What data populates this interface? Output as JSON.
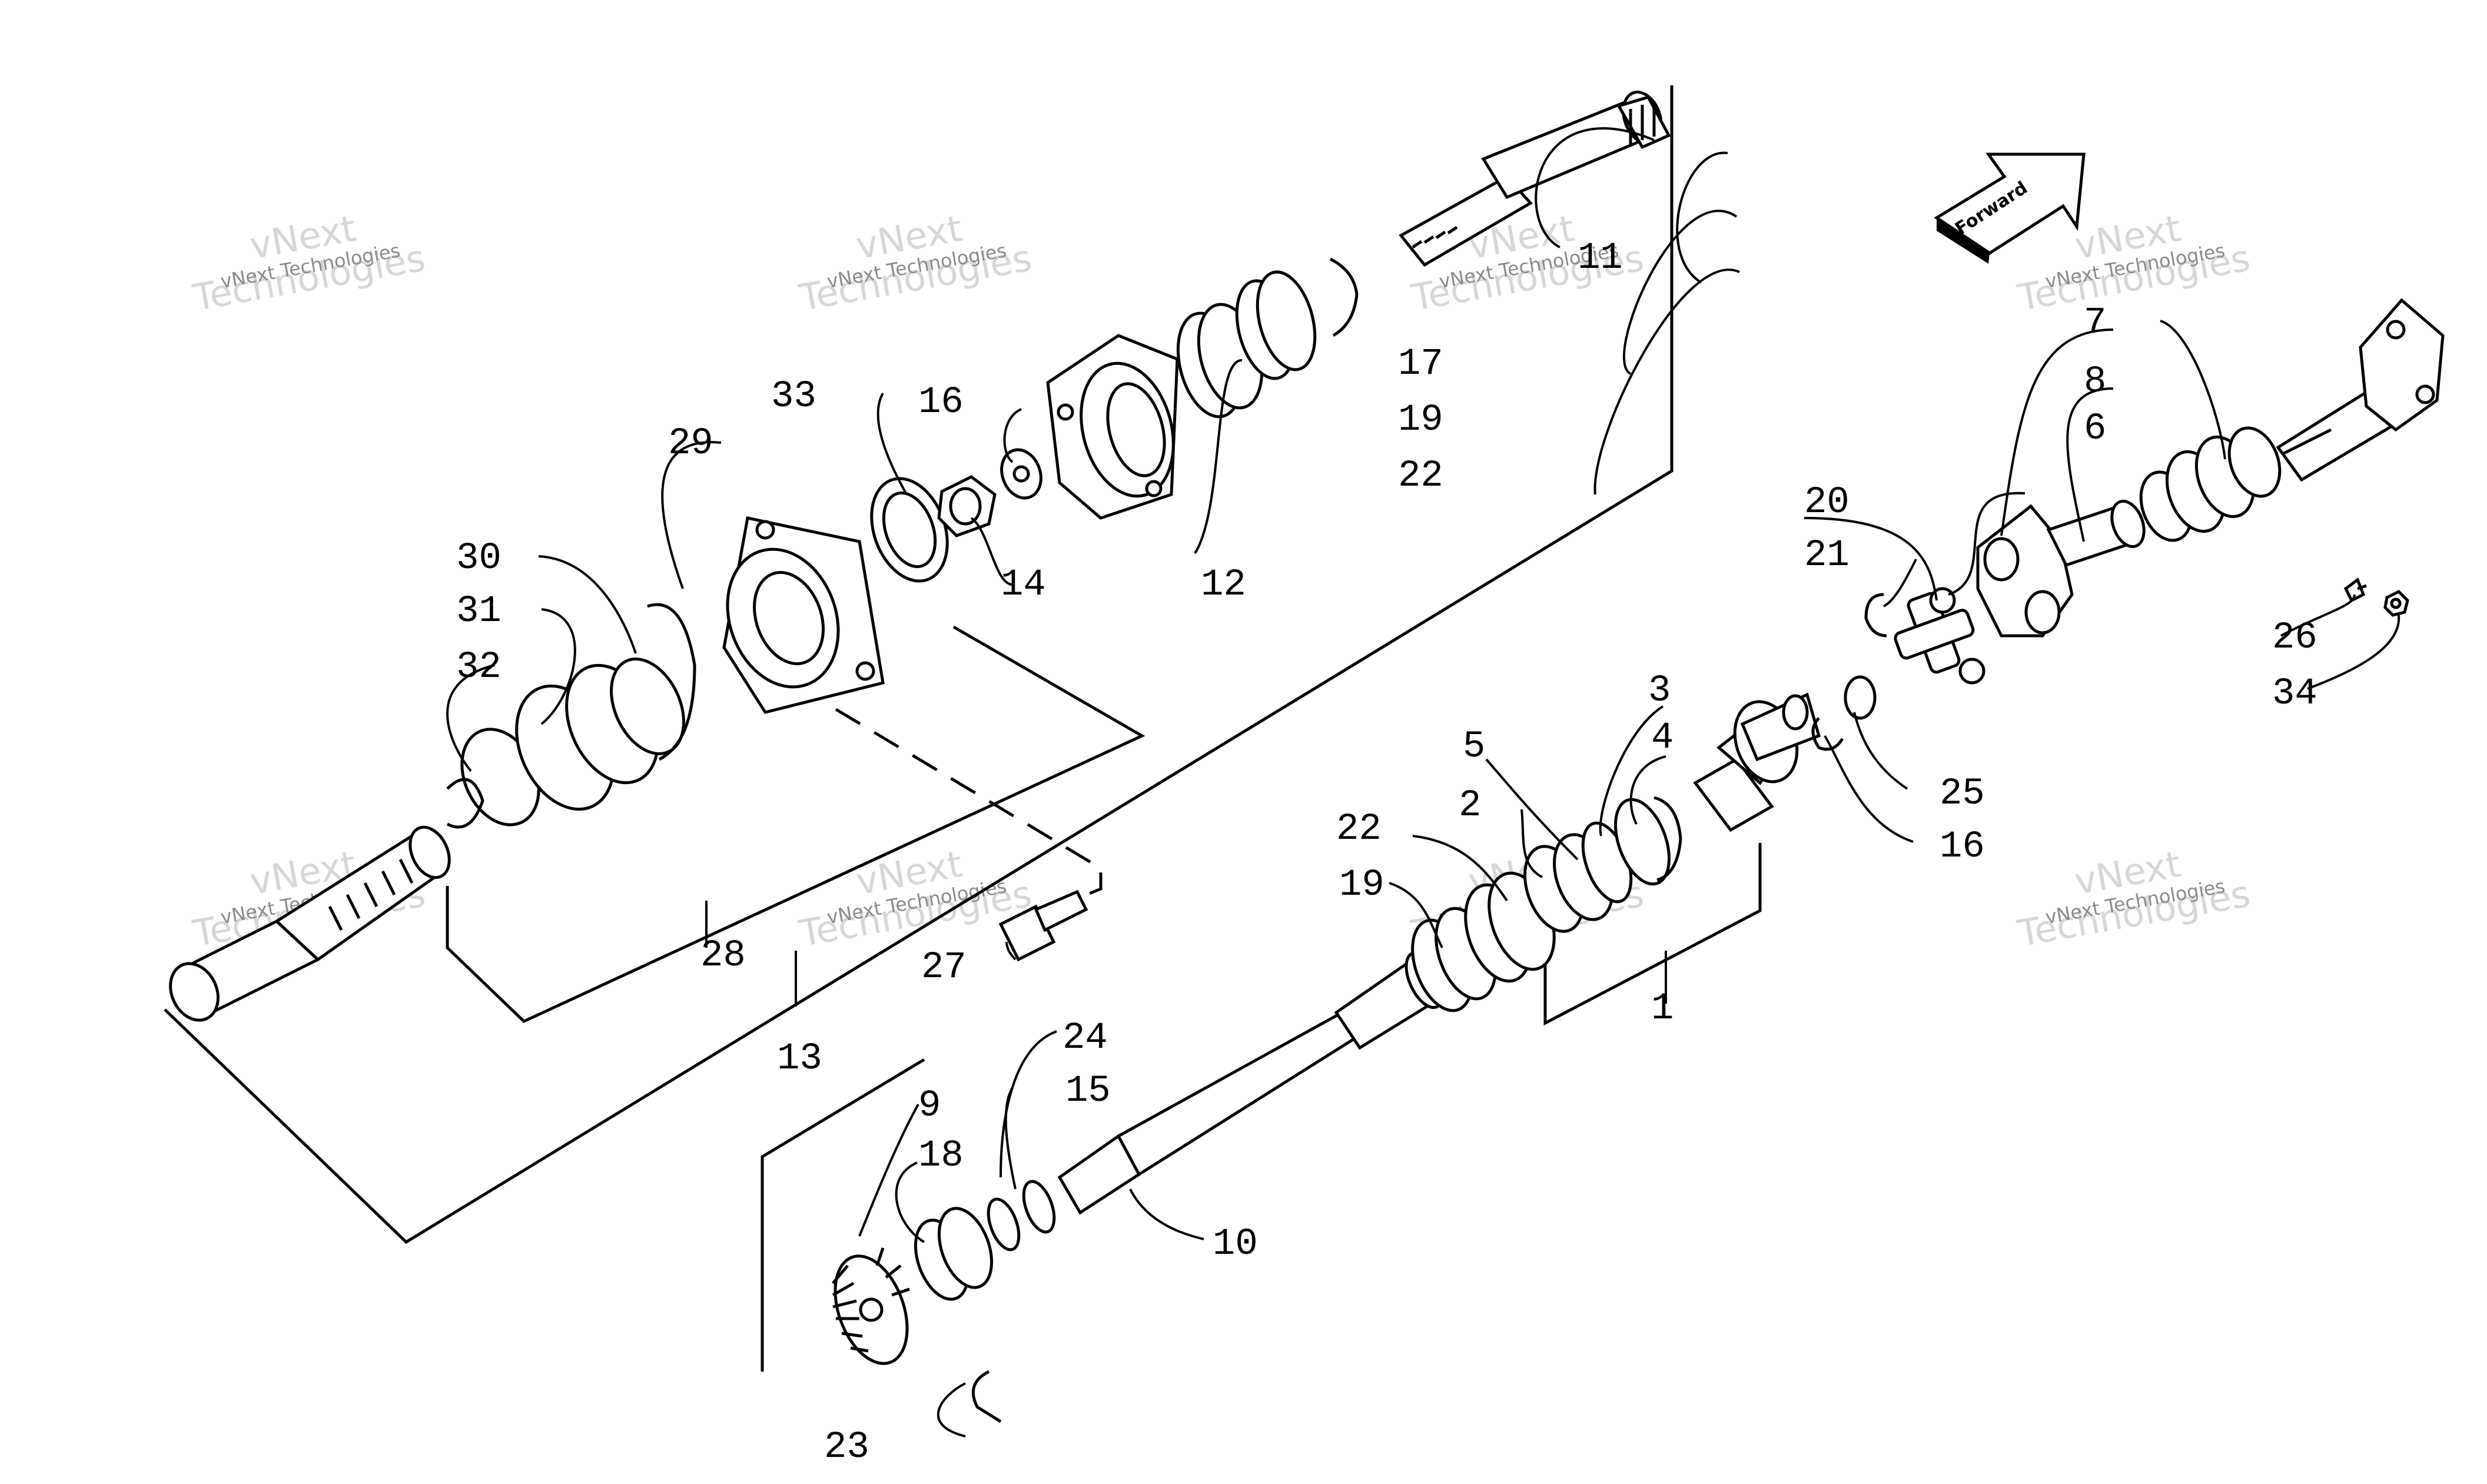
{
  "watermark": {
    "line_small": "vNext Technologies",
    "line_big_1": "vNext",
    "line_big_2": "Technologies"
  },
  "direction_arrow": {
    "label": "Forward"
  },
  "callouts": [
    "1",
    "2",
    "3",
    "4",
    "5",
    "6",
    "7",
    "8",
    "9",
    "10",
    "11",
    "12",
    "13",
    "14",
    "15",
    "16",
    "16",
    "17",
    "18",
    "19",
    "19",
    "20",
    "21",
    "22",
    "22",
    "23",
    "24",
    "25",
    "26",
    "27",
    "28",
    "29",
    "30",
    "31",
    "32",
    "33",
    "34"
  ]
}
